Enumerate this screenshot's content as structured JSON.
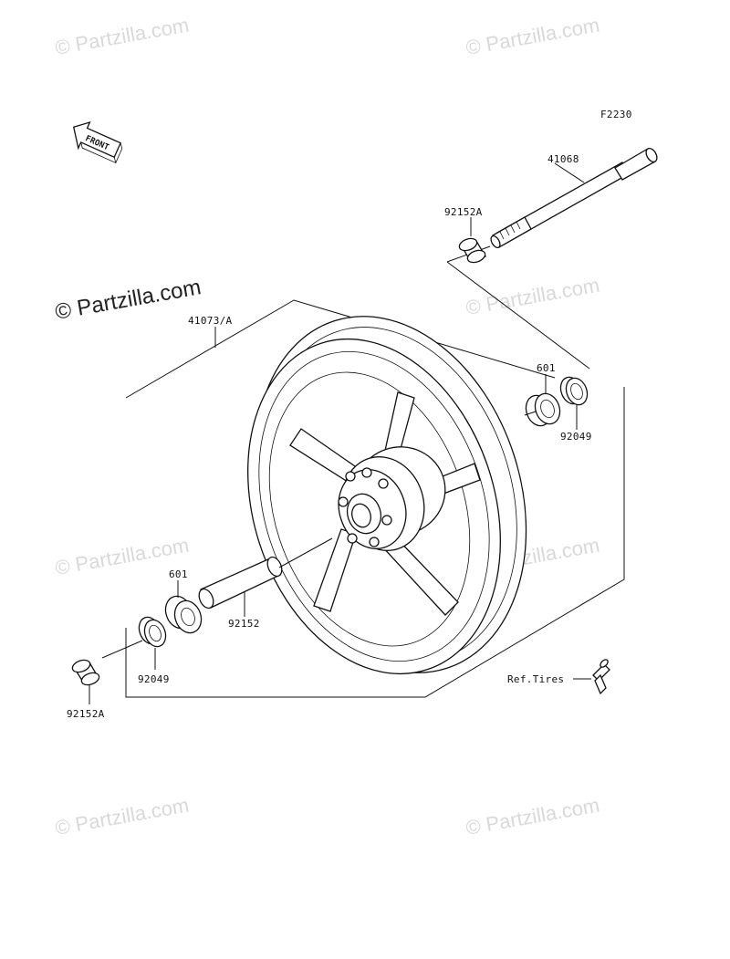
{
  "diagram_code": "F2230",
  "front_arrow_text": "FRONT",
  "watermarks": {
    "faint": "© Partzilla.com",
    "main": "© Partzilla.com"
  },
  "labels": {
    "axle": "41068",
    "collar_top": "92152A",
    "wheel": "41073/A",
    "bearing_right": "601",
    "seal_right": "92049",
    "bearing_left": "601",
    "spacer": "92152",
    "seal_left": "92049",
    "collar_bottom": "92152A",
    "ref_tires": "Ref.Tires"
  }
}
